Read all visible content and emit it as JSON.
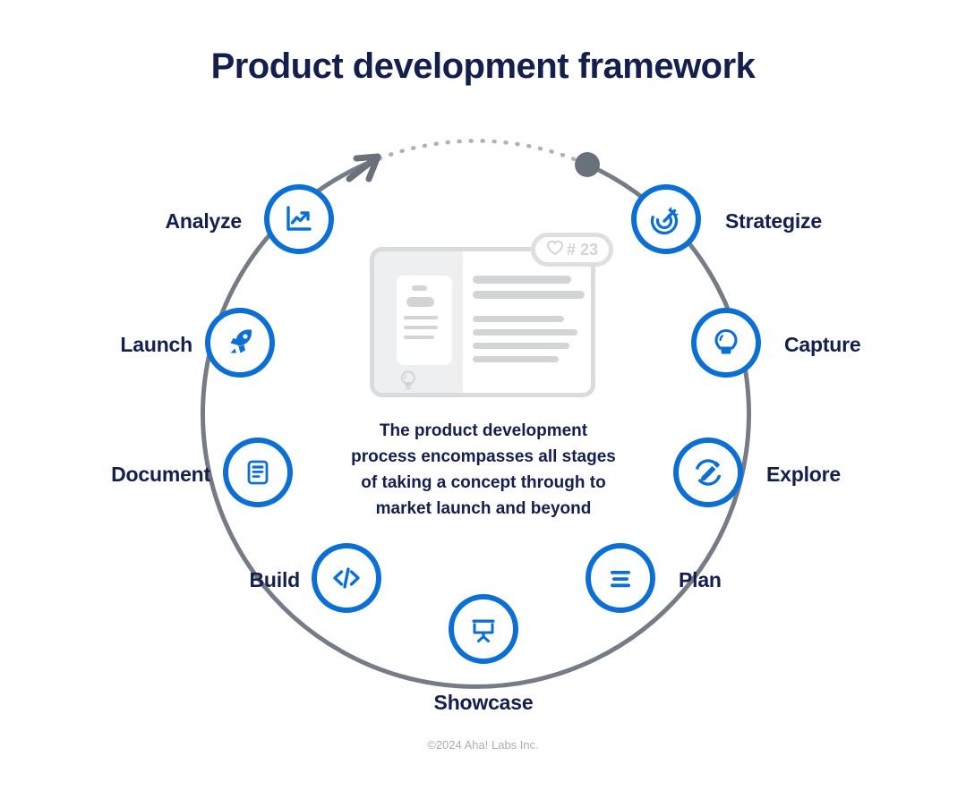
{
  "page": {
    "title": "Product development framework",
    "footer": "©2024 Aha! Labs Inc.",
    "background_color": "#ffffff"
  },
  "colors": {
    "navy": "#141f4d",
    "blue": "#0c6fd4",
    "ring_gray": "#767c86",
    "wire_gray": "#d2d4d6",
    "footer_gray": "#a9adb3"
  },
  "center": {
    "caption": "The product development process encompasses all stages of taking a concept through to market launch and beyond",
    "caption_lines": [
      "The product development",
      "process encompasses all stages",
      "of taking a concept through to",
      "market launch and beyond"
    ],
    "illustration": {
      "name": "document-wireframe",
      "badge_icon": "heart-icon",
      "badge_text": "# 23",
      "corner_icon": "lightbulb-icon"
    }
  },
  "cycle": {
    "direction": "clockwise",
    "start_marker": "dot",
    "end_marker": "arrowhead",
    "nodes": [
      {
        "id": "strategize",
        "label": "Strategize",
        "icon": "target-arrow-icon",
        "angle_deg": 40,
        "label_side": "right"
      },
      {
        "id": "capture",
        "label": "Capture",
        "icon": "lightbulb-icon",
        "angle_deg": 0,
        "label_side": "right"
      },
      {
        "id": "explore",
        "label": "Explore",
        "icon": "pencil-circle-icon",
        "angle_deg": -40,
        "label_side": "right"
      },
      {
        "id": "plan",
        "label": "Plan",
        "icon": "list-lines-icon",
        "angle_deg": -80,
        "label_side": "right"
      },
      {
        "id": "showcase",
        "label": "Showcase",
        "icon": "presentation-icon",
        "angle_deg": -100,
        "label_side": "bottom"
      },
      {
        "id": "build",
        "label": "Build",
        "icon": "code-tag-icon",
        "angle_deg": -140,
        "label_side": "left"
      },
      {
        "id": "document",
        "label": "Document",
        "icon": "document-icon",
        "angle_deg": 180,
        "label_side": "left"
      },
      {
        "id": "launch",
        "label": "Launch",
        "icon": "rocket-icon",
        "angle_deg": 140,
        "label_side": "left"
      },
      {
        "id": "analyze",
        "label": "Analyze",
        "icon": "chart-trend-icon",
        "angle_deg": 100,
        "label_side": "left"
      }
    ]
  }
}
